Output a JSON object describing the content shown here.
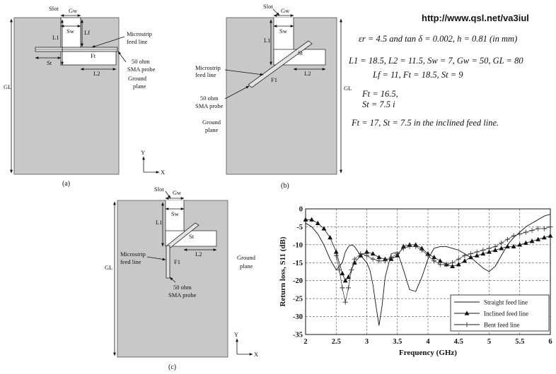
{
  "url": "http://www.qsl.net/va3iul",
  "panels": {
    "a": {
      "caption": "(a)",
      "labels": {
        "slot": "Slot",
        "gw": "Gw",
        "sw": "Sw",
        "l1": "L1",
        "lf": "Lf",
        "ft": "Ft",
        "st": "St",
        "l2": "L2",
        "gl": "GL",
        "feed1": "Microstrip",
        "feed2": "feed line",
        "probe1": "50 ohm",
        "probe2": "SMA probe",
        "ground1": "Ground",
        "ground2": "plane",
        "axis_y": "Y",
        "axis_x": "X"
      }
    },
    "b": {
      "caption": "(b)",
      "labels": {
        "slot": "Slot",
        "gw": "Gw",
        "sw": "Sw",
        "l1": "L1",
        "st": "St",
        "l2": "L2",
        "ft": "F1",
        "gl": "GL",
        "feed1": "Microstrip",
        "feed2": "feed line",
        "probe1": "50 ohm",
        "probe2": "SMA probe",
        "ground1": "Ground",
        "ground2": "plane"
      }
    },
    "c": {
      "caption": "(c)",
      "labels": {
        "slot": "Slot",
        "gw": "Gw",
        "sw": "Sw",
        "l1": "L1",
        "st": "St",
        "l2": "L2",
        "f1": "F1",
        "gl": "GL",
        "feed1": "Microstrip",
        "feed2": "feed line",
        "probe1": "50 ohm",
        "probe2": "SMA probe",
        "ground1": "Ground",
        "ground2": "plane",
        "axis_y": "Y",
        "axis_x": "X"
      }
    }
  },
  "equations": {
    "line1": "εr = 4.5 and tan δ = 0.002,  h = 0.81 (in mm)",
    "line2": "L1 = 18.5, L2 = 11.5, Sw = 7, Gw = 50, GL = 80",
    "line3": "Lf = 11, Ft = 18.5, St = 9",
    "line4": "Ft = 16.5,",
    "line5": "St = 7.5 i",
    "line6": "Ft = 17, St = 7.5 in the inclined feed line."
  },
  "chart_data": {
    "type": "line",
    "xlabel": "Frequency (GHz)",
    "ylabel": "Return loss, S11 (dB)",
    "xlim": [
      2,
      6
    ],
    "ylim": [
      -35,
      0
    ],
    "xticks": [
      "2",
      "2.5",
      "3",
      "3.5",
      "4",
      "4.5",
      "5",
      "5.5",
      "6"
    ],
    "yticks": [
      "0",
      "-5",
      "-10",
      "-15",
      "-20",
      "-25",
      "-30",
      "-35"
    ],
    "grid": true,
    "legend_position": "bottom-right",
    "series": [
      {
        "name": "Straight feed line",
        "marker": "none",
        "x": [
          2.0,
          2.1,
          2.2,
          2.3,
          2.4,
          2.5,
          2.6,
          2.65,
          2.7,
          2.75,
          2.8,
          2.9,
          3.0,
          3.05,
          3.1,
          3.15,
          3.2,
          3.25,
          3.3,
          3.4,
          3.5,
          3.6,
          3.7,
          3.8,
          3.9,
          4.0,
          4.1,
          4.2,
          4.3,
          4.4,
          4.5,
          4.6,
          4.7,
          4.8,
          4.9,
          5.0,
          5.1,
          5.2,
          5.3,
          5.4,
          5.5,
          5.6,
          5.7,
          5.8,
          5.9,
          6.0
        ],
        "y": [
          -4,
          -5,
          -7,
          -10,
          -14,
          -17,
          -15,
          -12,
          -10.5,
          -10,
          -10.5,
          -13,
          -15,
          -17,
          -21,
          -27,
          -32.5,
          -27,
          -19,
          -12.5,
          -12,
          -17,
          -22.5,
          -23,
          -19,
          -14,
          -11,
          -10.5,
          -10.5,
          -11,
          -11.5,
          -12.5,
          -13.5,
          -15,
          -16.5,
          -17.5,
          -16,
          -13,
          -10,
          -8,
          -6.5,
          -5,
          -4,
          -3,
          -2,
          -1.5
        ]
      },
      {
        "name": "Inclined feed line",
        "marker": "triangle",
        "x": [
          2.0,
          2.1,
          2.2,
          2.3,
          2.4,
          2.5,
          2.6,
          2.65,
          2.7,
          2.8,
          2.9,
          3.0,
          3.1,
          3.2,
          3.3,
          3.4,
          3.5,
          3.6,
          3.7,
          3.8,
          3.9,
          4.0,
          4.1,
          4.2,
          4.3,
          4.4,
          4.5,
          4.6,
          4.7,
          4.8,
          4.9,
          5.0,
          5.1,
          5.2,
          5.3,
          5.4,
          5.5,
          5.6,
          5.7,
          5.8,
          5.9,
          6.0
        ],
        "y": [
          -3,
          -3,
          -4,
          -5.5,
          -8,
          -12,
          -18,
          -20,
          -19,
          -15,
          -13,
          -12,
          -12.5,
          -13.5,
          -14,
          -14,
          -13,
          -10.5,
          -10,
          -10,
          -11,
          -12.5,
          -13.5,
          -14.5,
          -15.5,
          -16,
          -15.5,
          -14.5,
          -13.5,
          -13,
          -12.5,
          -12,
          -11.5,
          -11,
          -10.5,
          -10.5,
          -10,
          -9.5,
          -9,
          -8.5,
          -8,
          -7.5
        ]
      },
      {
        "name": "Bent feed line",
        "marker": "plus",
        "x": [
          2.5,
          2.55,
          2.6,
          2.65,
          2.7,
          2.75,
          2.8,
          2.9,
          3.0,
          3.1,
          3.2,
          3.3,
          3.4,
          3.5,
          3.6,
          3.7,
          3.8,
          3.9,
          4.0,
          4.1,
          4.2,
          4.3,
          4.4,
          4.5,
          4.6,
          4.7,
          4.8,
          4.9,
          5.0,
          5.1,
          5.2,
          5.3,
          5.4,
          5.5,
          5.6,
          5.7,
          5.8,
          5.9,
          6.0
        ],
        "y": [
          -13,
          -17,
          -22,
          -26,
          -22,
          -17,
          -14,
          -12.5,
          -13,
          -14,
          -14.5,
          -14.5,
          -13.5,
          -12.5,
          -11,
          -10.5,
          -10.5,
          -11.5,
          -13,
          -14.5,
          -15.5,
          -15.5,
          -15,
          -14,
          -13,
          -12.5,
          -12,
          -11.5,
          -11,
          -10.5,
          -9.5,
          -8.5,
          -7.5,
          -7,
          -6.5,
          -6,
          -5.5,
          -5.5,
          -5
        ]
      }
    ]
  }
}
